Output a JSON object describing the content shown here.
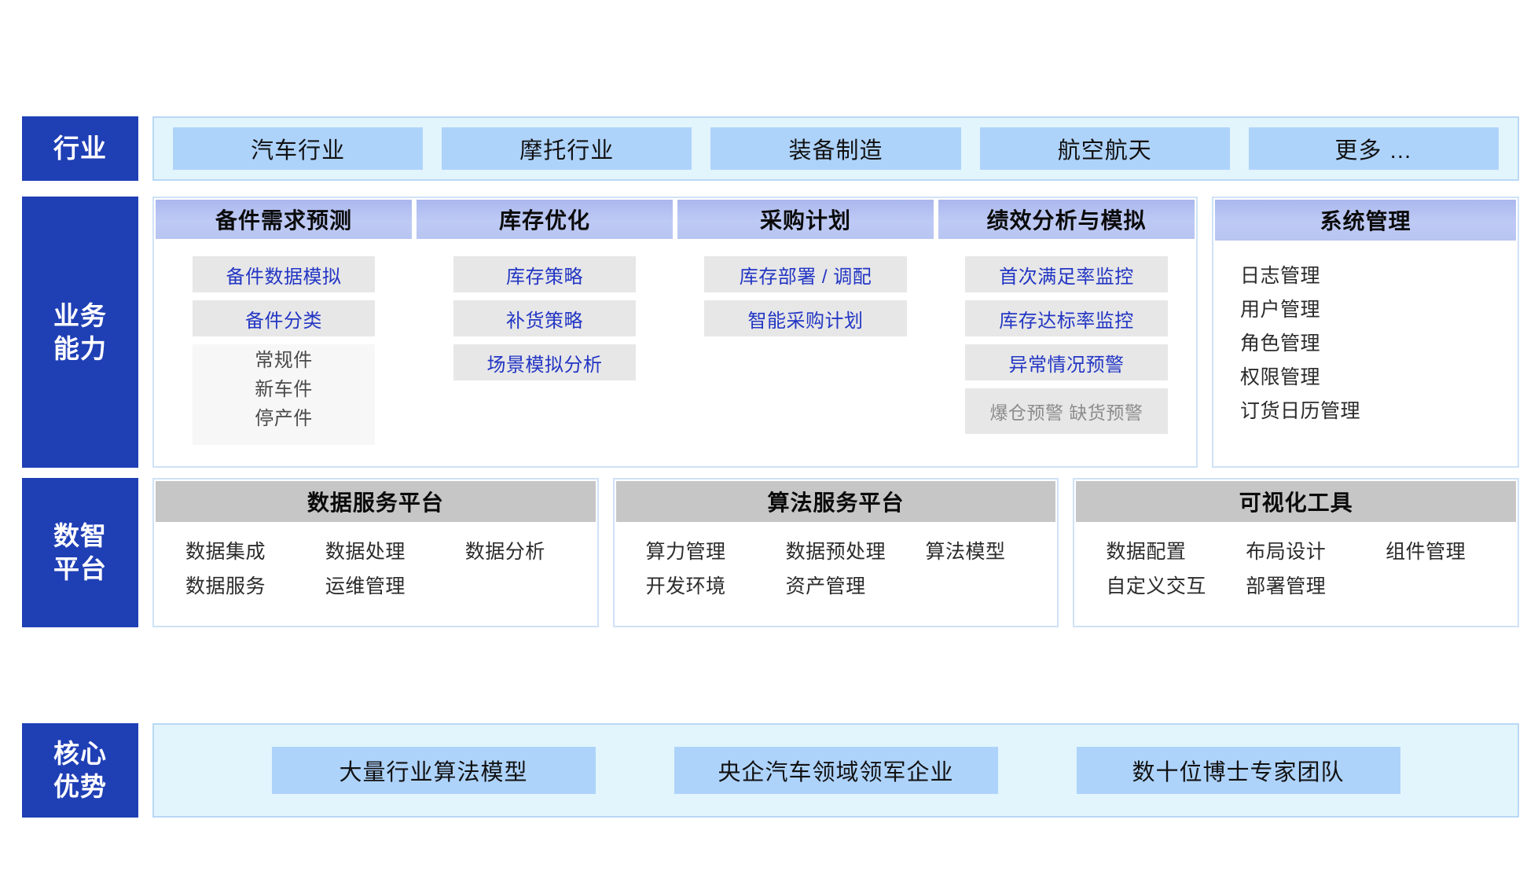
{
  "theme": {
    "label_bg": "#1f3fb5",
    "label_text": "#ffffff",
    "chip_bg": "#aed3fb",
    "panel_bg": "#e2f5fc",
    "panel_border": "#b9d8f6",
    "cap_header_bg": "#bcc8f3",
    "cap_item_bg": "#e7e7e7",
    "cap_item_text": "#2336c4",
    "plat_header_bg": "#c6c6c6",
    "card_border": "#cfe2f7",
    "muted_text": "#8c8c8c"
  },
  "industry": {
    "label_lines": [
      "行业"
    ],
    "chips": [
      "汽车行业",
      "摩托行业",
      "装备制造",
      "航空航天",
      "更多 …"
    ]
  },
  "capability": {
    "label_lines": [
      "业务",
      "能力"
    ],
    "columns": [
      {
        "title": "备件需求预测",
        "items": [
          "备件数据模拟",
          "备件分类"
        ],
        "subitems": [
          "常规件",
          "新车件",
          "停产件"
        ],
        "note": ""
      },
      {
        "title": "库存优化",
        "items": [
          "库存策略",
          "补货策略",
          "场景模拟分析"
        ],
        "subitems": [],
        "note": ""
      },
      {
        "title": "采购计划",
        "items": [
          "库存部署 / 调配",
          "智能采购计划"
        ],
        "subitems": [],
        "note": ""
      },
      {
        "title": "绩效分析与模拟",
        "items": [
          "首次满足率监控",
          "库存达标率监控",
          "异常情况预警"
        ],
        "subitems": [],
        "note": "爆仓预警 缺货预警"
      }
    ],
    "system": {
      "title": "系统管理",
      "items": [
        "日志管理",
        "用户管理",
        "角色管理",
        "权限管理",
        "订货日历管理"
      ]
    }
  },
  "platform": {
    "label_lines": [
      "数智",
      "平台"
    ],
    "cards": [
      {
        "title": "数据服务平台",
        "items": [
          "数据集成",
          "数据处理",
          "数据分析",
          "数据服务",
          "运维管理"
        ]
      },
      {
        "title": "算法服务平台",
        "items": [
          "算力管理",
          "数据预处理",
          "算法模型",
          "开发环境",
          "资产管理"
        ]
      },
      {
        "title": "可视化工具",
        "items": [
          "数据配置",
          "布局设计",
          "组件管理",
          "自定义交互",
          "部署管理"
        ]
      }
    ]
  },
  "advantage": {
    "label_lines": [
      "核心",
      "优势"
    ],
    "chips": [
      "大量行业算法模型",
      "央企汽车领域领军企业",
      "数十位博士专家团队"
    ]
  }
}
